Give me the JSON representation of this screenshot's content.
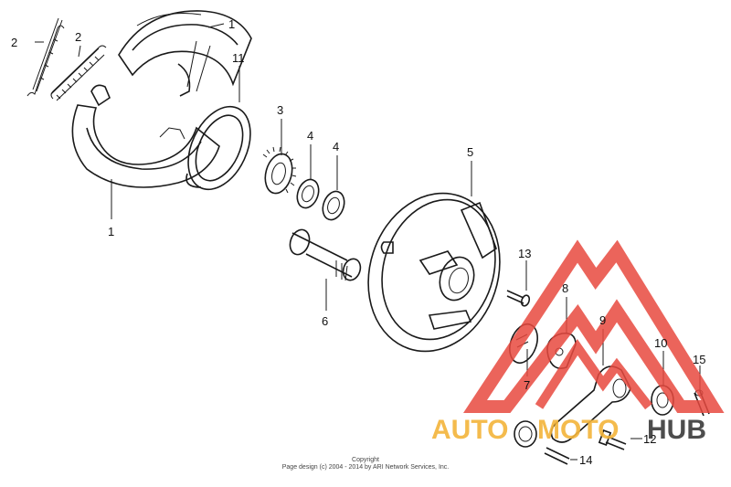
{
  "labels": {
    "l1a": "1",
    "l1b": "1",
    "l2a": "2",
    "l2b": "2",
    "l3": "3",
    "l4a": "4",
    "l4b": "4",
    "l5": "5",
    "l6": "6",
    "l7": "7",
    "l8": "8",
    "l9": "9",
    "l10": "10",
    "l11": "11",
    "l12": "12",
    "l13": "13",
    "l14": "14",
    "l15": "15"
  },
  "copyright": {
    "line1": "Copyright",
    "line2": "Page design (c) 2004 - 2014 by ARI Network Services, Inc."
  },
  "watermark": {
    "part1": "AUTO",
    "part2": "MOTO",
    "part3": "HUB",
    "color_red": "#e8493f",
    "color_yellow": "#f3b43a",
    "color_dark": "#3a3a3a"
  }
}
